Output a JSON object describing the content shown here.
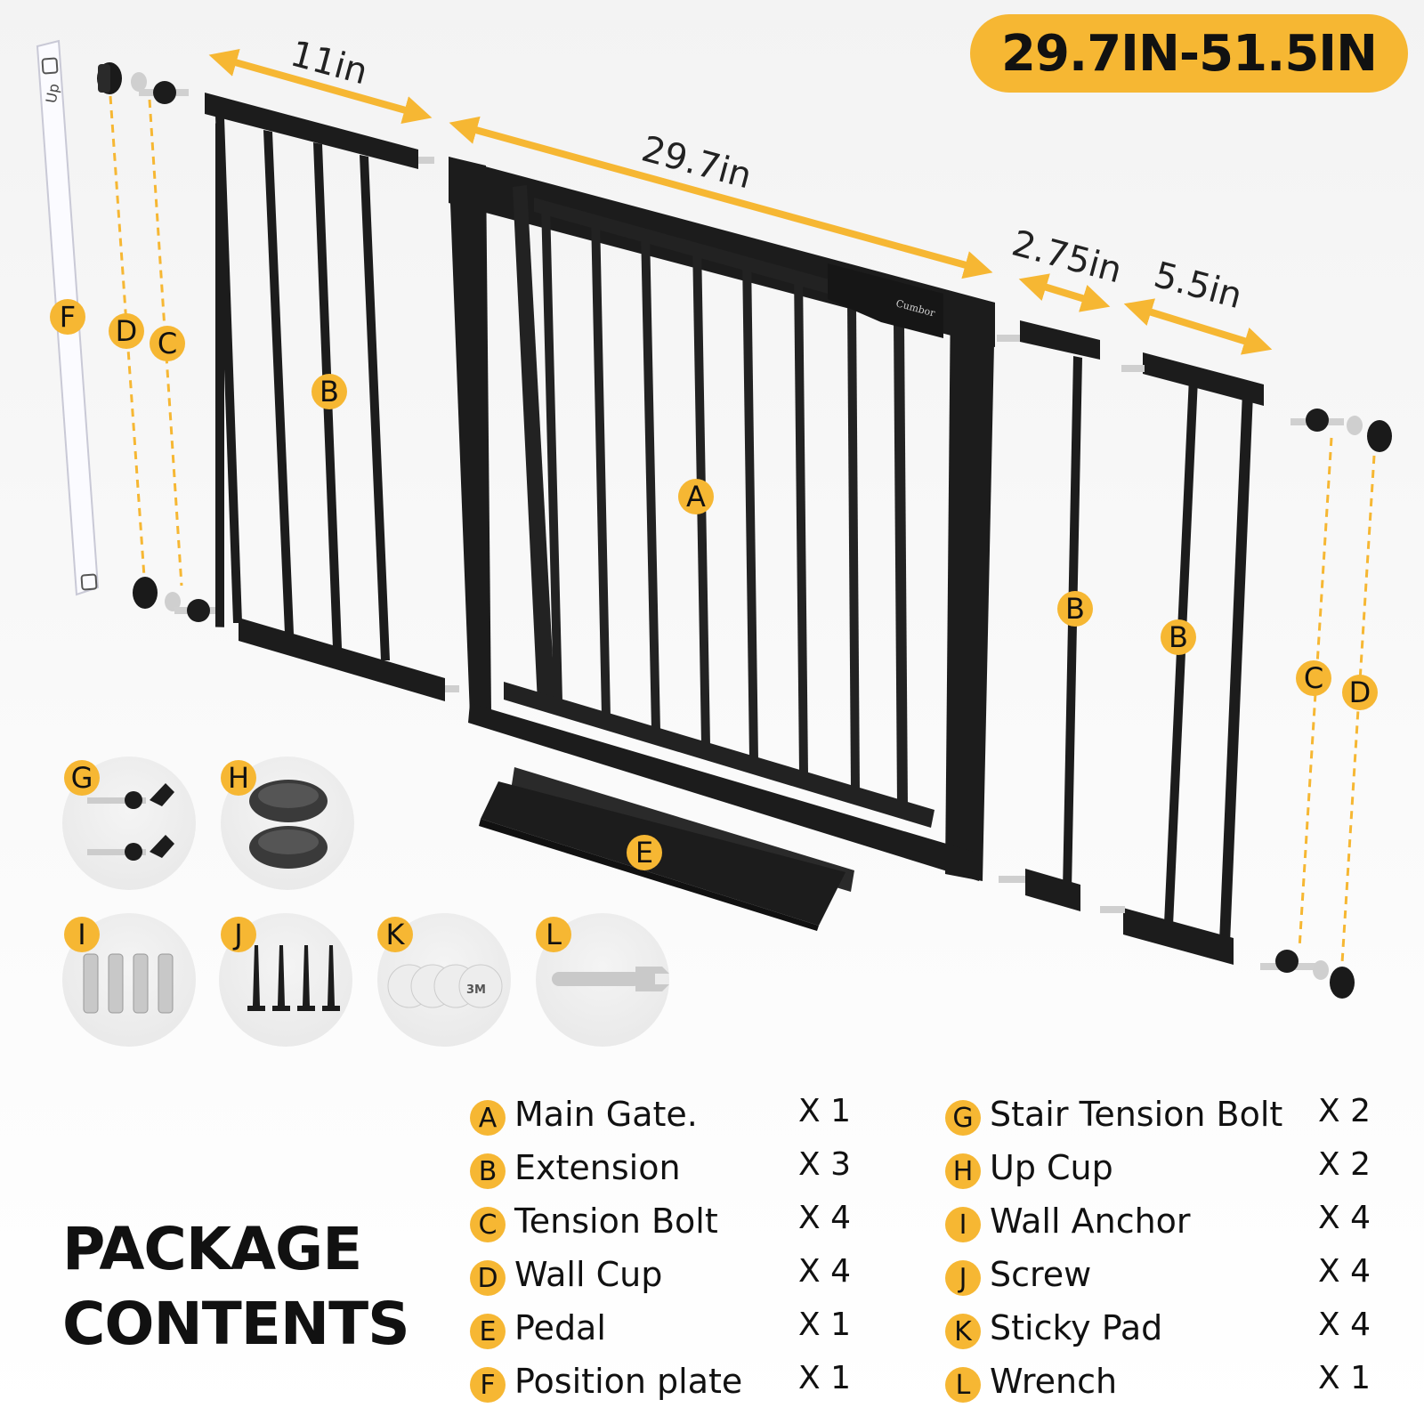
{
  "range_badge": "29.7IN-51.5IN",
  "dimensions": {
    "left_extension": "11in",
    "main_gate": "29.7in",
    "small_extension": "2.75in",
    "medium_extension": "5.5in"
  },
  "position_plate_text": "Up",
  "brand_on_gate": "Cumbor",
  "callouts": {
    "main_gate": "A",
    "extension_left": "B",
    "extension_small": "B",
    "extension_medium": "B",
    "tension_bolt_left": "C",
    "tension_bolt_right": "C",
    "wall_cup_left": "D",
    "wall_cup_right": "D",
    "pedal": "E",
    "position_plate": "F"
  },
  "accessories": [
    {
      "letter": "G",
      "icon": "stair-tension-bolt-icon"
    },
    {
      "letter": "H",
      "icon": "up-cup-icon"
    },
    {
      "letter": "I",
      "icon": "wall-anchor-icon"
    },
    {
      "letter": "J",
      "icon": "screw-icon"
    },
    {
      "letter": "K",
      "icon": "sticky-pad-icon",
      "print": "3M"
    },
    {
      "letter": "L",
      "icon": "wrench-icon"
    }
  ],
  "title": {
    "line1": "PACKAGE",
    "line2": "CONTENTS"
  },
  "contents_left": [
    {
      "letter": "A",
      "name": "Main Gate.",
      "qty": "X 1"
    },
    {
      "letter": "B",
      "name": "Extension",
      "qty": "X 3"
    },
    {
      "letter": "C",
      "name": "Tension Bolt",
      "qty": "X 4"
    },
    {
      "letter": "D",
      "name": "Wall Cup",
      "qty": "X 4"
    },
    {
      "letter": "E",
      "name": "Pedal",
      "qty": "X 1"
    },
    {
      "letter": "F",
      "name": "Position plate",
      "qty": "X 1"
    }
  ],
  "contents_right": [
    {
      "letter": "G",
      "name": "Stair Tension Bolt",
      "qty": "X 2"
    },
    {
      "letter": "H",
      "name": "Up Cup",
      "qty": "X 2"
    },
    {
      "letter": "I",
      "name": "Wall Anchor",
      "qty": "X 4"
    },
    {
      "letter": "J",
      "name": "Screw",
      "qty": "X 4"
    },
    {
      "letter": "K",
      "name": "Sticky Pad",
      "qty": "X 4"
    },
    {
      "letter": "L",
      "name": "Wrench",
      "qty": "X 1"
    }
  ],
  "colors": {
    "accent": "#f6b733",
    "metal": "#1c1c1c",
    "background": "#f5f5f5"
  }
}
